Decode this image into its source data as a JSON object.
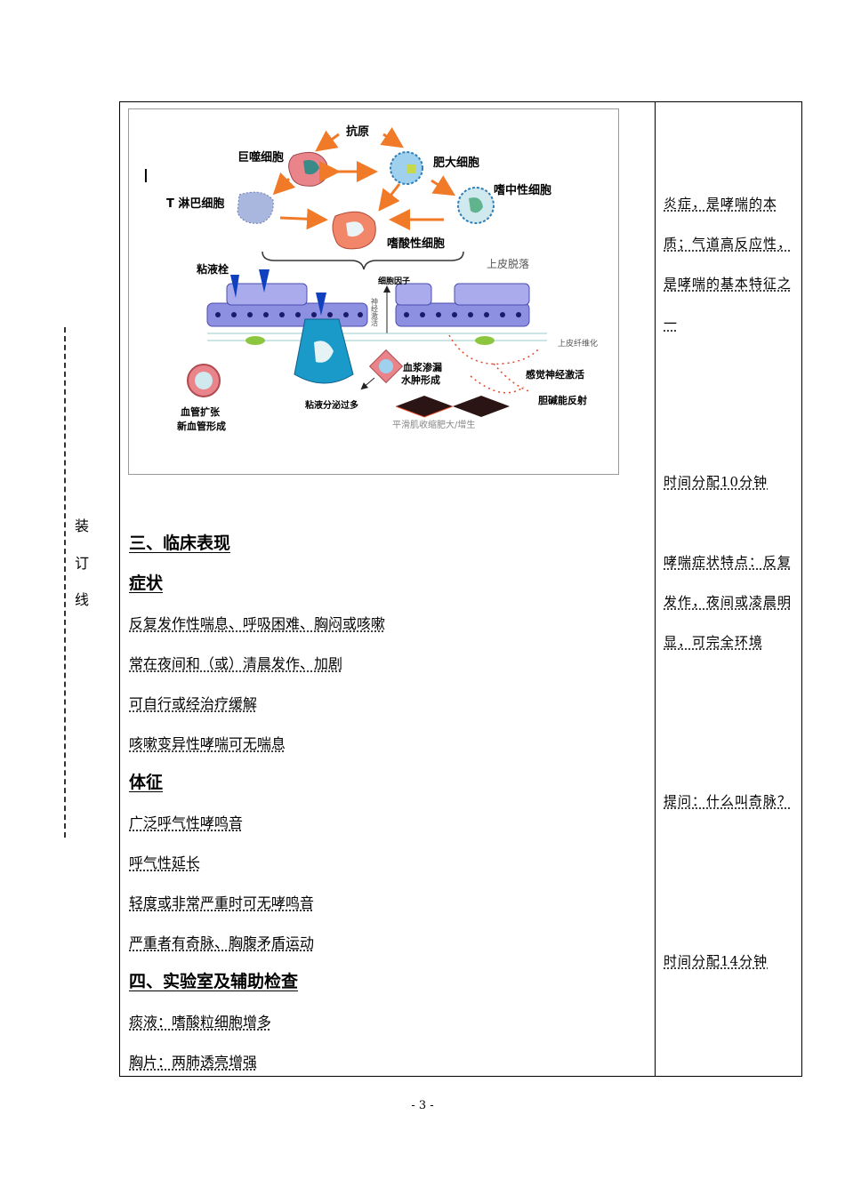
{
  "binding_chars": [
    "装",
    "订",
    "线"
  ],
  "diagram": {
    "roman": "I",
    "antigen": "抗原",
    "macrophage": "巨噬细胞",
    "mast_cell": "肥大细胞",
    "t_cell": "T 淋巴细胞",
    "neutrophil": "嗜中性细胞",
    "eosinophil": "嗜酸性细胞",
    "mucus_plug": "粘液栓",
    "cytokine": "细胞因子",
    "nerve_activation": "神经激活",
    "epithelial_shedding": "上皮脱落",
    "epithelial_fibrosis": "上皮纤维化",
    "plasma_leak": "血浆渗漏",
    "edema": "水肿形成",
    "sensory_nerve": "感觉神经激活",
    "cholinergic": "胆碱能反射",
    "vasodilation": "血管扩张",
    "angiogenesis": "新血管形成",
    "mucus_secretion": "粘液分泌过多",
    "smooth_muscle": "平滑肌收缩肥大/增生"
  },
  "main": {
    "section3": "三、临床表现",
    "symptoms_head": "症状",
    "symptoms": [
      "反复发作性喘息、呼吸困难、胸闷或咳嗽",
      "常在夜间和（或）清晨发作、加剧",
      "可自行或经治疗缓解",
      "咳嗽变异性哮喘可无喘息"
    ],
    "signs_head": "体征",
    "signs": [
      "广泛呼气性哮鸣音",
      "呼气性延长",
      "轻度或非常严重时可无哮鸣音",
      "严重者有奇脉、胸腹矛盾运动"
    ],
    "section4": "四、实验室及辅助检查",
    "labs": [
      "痰液：嗜酸粒细胞增多",
      "胸片：两肺透亮增强"
    ]
  },
  "notes": {
    "note1": "炎症，是哮喘的本质；气道高反应性，是哮喘的基本特征之一",
    "note2": "时间分配10分钟",
    "note3": "哮喘症状特点：反复发作，夜间或凌晨明显，可完全环境",
    "note4": "提问：什么叫奇脉？",
    "note5": "时间分配14分钟"
  },
  "page_number": "- 3 -"
}
